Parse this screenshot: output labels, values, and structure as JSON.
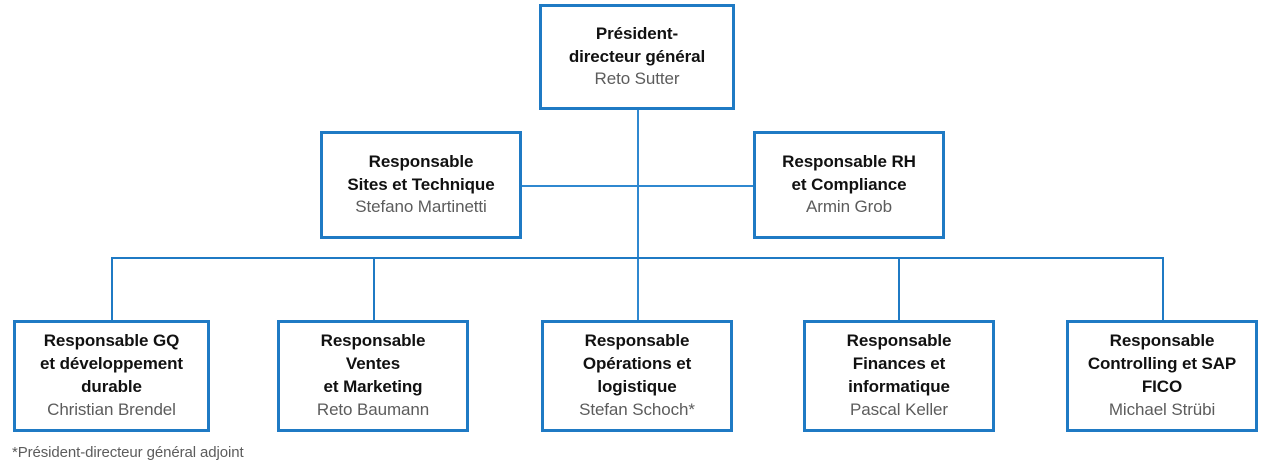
{
  "diagram": {
    "type": "organizational-chart",
    "accent_color": "#1f7ac4",
    "connector_color": "#2f88d0",
    "title_color": "#111111",
    "name_color": "#5c5c5c",
    "nodes": {
      "ceo": {
        "title": "Président-\ndirecteur général",
        "name": "Reto Sutter"
      },
      "sites_technique": {
        "title": "Responsable\nSites et Technique",
        "name": "Stefano Martinetti"
      },
      "rh_compliance": {
        "title": "Responsable RH\net Compliance",
        "name": "Armin Grob"
      },
      "gq_developpement": {
        "title": "Responsable GQ\net développement\ndurable",
        "name": "Christian Brendel"
      },
      "ventes_marketing": {
        "title": "Responsable\nVentes\net Marketing",
        "name": "Reto Baumann"
      },
      "operations_logistique": {
        "title": "Responsable\nOpérations et\nlogistique",
        "name": "Stefan Schoch*"
      },
      "finances_informatique": {
        "title": "Responsable\nFinances et\ninformatique",
        "name": "Pascal Keller"
      },
      "controlling_sap": {
        "title": "Responsable\nControlling et SAP\nFICO",
        "name": "Michael Strübi"
      }
    },
    "footnote": "*Président-directeur général adjoint"
  }
}
